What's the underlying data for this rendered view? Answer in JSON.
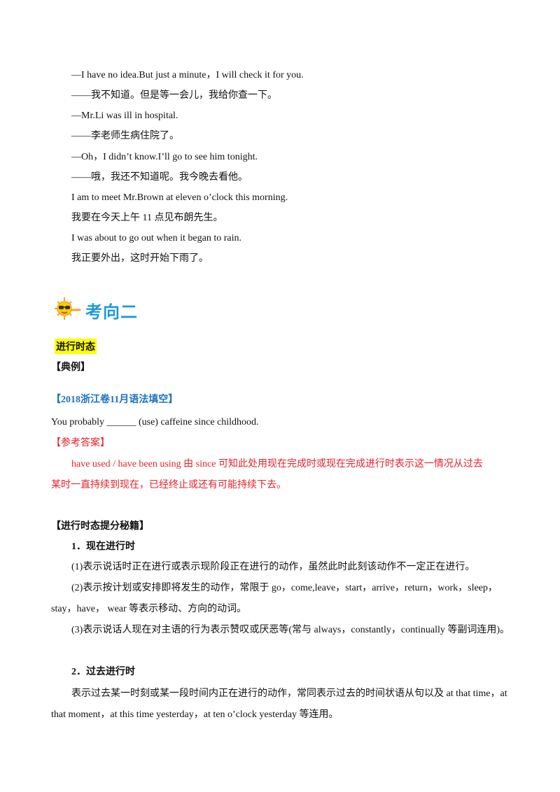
{
  "dialogue": [
    "—I have no idea.But just a minute，I will check it for you.",
    "——我不知道。但是等一会儿，我给你查一下。",
    "—Mr.Li was ill in hospital.",
    "——李老师生病住院了。",
    "—Oh，I didn’t know.I’ll go to see him tonight.",
    "——哦，我还不知道呢。我今晚去看他。",
    "I am to meet Mr.Brown at eleven o’clock this morning.",
    "我要在今天上午 11 点见布朗先生。",
    "I was about to go out when it began to rain.",
    "我正要外出，这时开始下雨了。"
  ],
  "section": {
    "title": "考向二",
    "icon": "sun-with-sunglasses-icon",
    "highlight": "进行时态",
    "example_label": "【典例】",
    "source": "【2018浙江卷11月语法填空】",
    "question": "You probably ______ (use) caffeine since childhood.",
    "answer_label": "【参考答案】",
    "answer_line1": "have  used  /  have  been  using    由 since 可知此处用现在完成时或现在完成进行时表示这一情况从过去",
    "answer_line2": "某时一直持续到现在，已经终止或还有可能持续下去。",
    "tips_label": "【进行时态提分秘籍】"
  },
  "tips": {
    "h1": "1．现在进行时",
    "p1": "(1)表示说话时正在进行或表示现阶段正在进行的动作，虽然此时此刻该动作不一定正在进行。",
    "p2a": "(2)表示按计划或安排即将发生的动作，常限于 go，come,leave，start，arrive，return，work，sleep，",
    "p2b": "stay，have，  wear 等表示移动、方向的动词。",
    "p3": "(3)表示说话人现在对主语的行为表示赞叹或厌恶等(常与 always，constantly，continually 等副词连用)。",
    "h2": "2．过去进行时",
    "p4a": "表示过去某一时刻或某一段时间内正在进行的动作，常同表示过去的时间状语从句以及 at that time，at",
    "p4b": "that moment，at this time yesterday，at ten o’clock yesterday 等连用。"
  },
  "colors": {
    "title": "#1E9AD6",
    "answer": "#e8202a",
    "source": "#1e73be",
    "highlight": "#ffff00"
  }
}
